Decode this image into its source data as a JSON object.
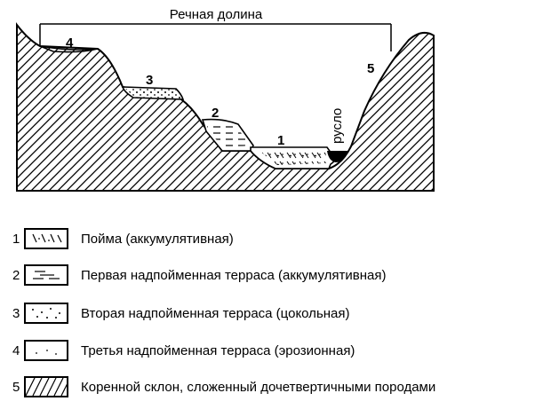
{
  "diagram": {
    "title": "Речная долина",
    "channel_label": "русло",
    "terrace_numbers": [
      "1",
      "2",
      "3",
      "4",
      "5"
    ]
  },
  "legend": [
    {
      "num": "1",
      "text": "Пойма (аккумулятивная)",
      "pattern": "floodplain"
    },
    {
      "num": "2",
      "text": "Первая надпойменная терраса (аккумулятивная)",
      "pattern": "first-terrace"
    },
    {
      "num": "3",
      "text": "Вторая надпойменная терраса (цокольная)",
      "pattern": "second-terrace"
    },
    {
      "num": "4",
      "text": "Третья надпойменная терраса (эрозионная)",
      "pattern": "third-terrace"
    },
    {
      "num": "5",
      "text": "Коренной склон, сложенный дочетвертичными породами",
      "pattern": "bedrock"
    }
  ]
}
